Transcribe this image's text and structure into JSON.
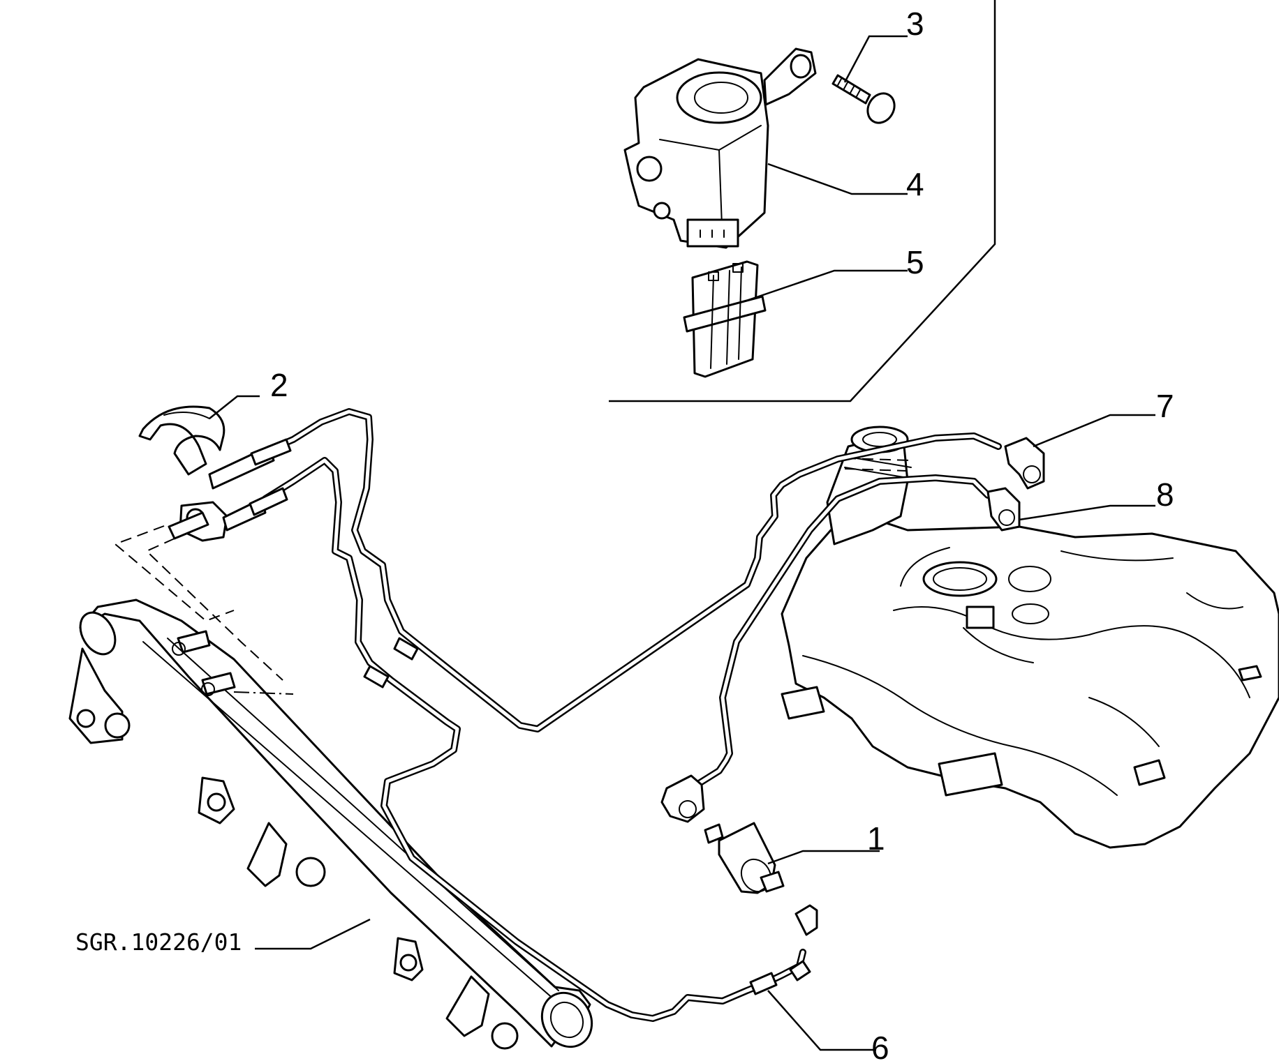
{
  "drawing_code": "SGR.10226/01",
  "callouts": [
    {
      "id": "1",
      "label": "1"
    },
    {
      "id": "2",
      "label": "2"
    },
    {
      "id": "3",
      "label": "3"
    },
    {
      "id": "4",
      "label": "4"
    },
    {
      "id": "5",
      "label": "5"
    },
    {
      "id": "6",
      "label": "6"
    },
    {
      "id": "7",
      "label": "7"
    },
    {
      "id": "8",
      "label": "8"
    }
  ]
}
